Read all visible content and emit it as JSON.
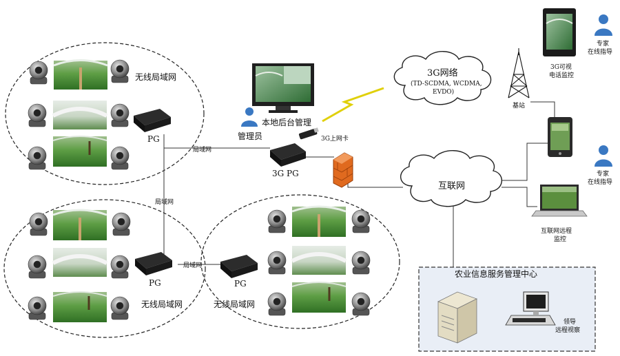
{
  "lan_label": "无线局域网",
  "pg_label": "PG",
  "link_lan": "局域网",
  "pg3g_label": "3G  PG",
  "admin_label": "管理员",
  "local_mgmt_label": "本地后台管理",
  "card_3g_label": "3G上网卡",
  "net_3g": {
    "title": "3G网络",
    "line1": "(TD-SCDMA, WCDMA,",
    "line2": "EVDO)"
  },
  "internet_label": "互联网",
  "base_station_label": "基站",
  "video_phone": {
    "line1": "3G可视",
    "line2": "电话监控"
  },
  "expert": {
    "line1": "专家",
    "line2": "在线指导"
  },
  "remote_monitor": {
    "line1": "互联网远程",
    "line2": "监控"
  },
  "center_title": "农业信息服务管理中心",
  "leader": {
    "line1": "领导",
    "line2": "远程视察"
  },
  "colors": {
    "cloud_fill": "#ffffff",
    "person_fill": "#3a78c2",
    "center_bg": "#e9eef6",
    "firewall": "#e06a1f",
    "greenhouse_green": "#3f8a32",
    "line": "#333333"
  }
}
